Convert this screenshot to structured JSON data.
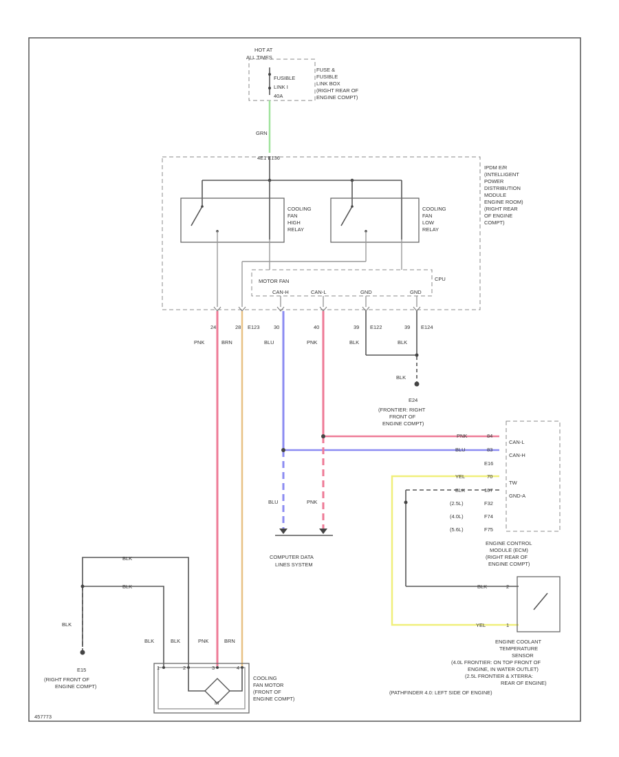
{
  "colors": {
    "pink": "#ee7a96",
    "blue": "#8b8bf2",
    "yellow": "#f0ef7a",
    "tan": "#e8c184",
    "green": "#9fe39c",
    "line": "#555555"
  },
  "labels": {
    "hot_at_1": "HOT AT",
    "hot_at_2": "ALL TIMES",
    "fusible_1": "FUSIBLE",
    "fusible_2": "LINK I",
    "fusible_3": "40A",
    "fuse_box": [
      "FUSE &",
      "FUSIBLE",
      "LINK BOX",
      "(RIGHT REAR OF",
      "ENGINE COMPT)"
    ],
    "grn": "GRN",
    "ipdm_conn": "4E1  E136",
    "ipdm": [
      "IPDM E/R",
      "(INTELLIGENT",
      "POWER",
      "DISTRIBUTION",
      "MODULE",
      "ENGINE ROOM)",
      "(RIGHT REAR",
      "OF ENGINE",
      "COMPT)"
    ],
    "high_relay": [
      "COOLING",
      "FAN",
      "HIGH",
      "RELAY"
    ],
    "low_relay": [
      "COOLING",
      "FAN",
      "LOW",
      "RELAY"
    ],
    "cpu": "CPU",
    "motor_fan": "MOTOR FAN",
    "cpu_pins": [
      "CAN-H",
      "CAN-L",
      "GND",
      "GND"
    ],
    "pins": {
      "p24": "24",
      "p28": "28",
      "e123": "E123",
      "p30": "30",
      "p40": "40",
      "p39a": "39",
      "e122": "E122",
      "p39b": "39",
      "e124": "E124"
    },
    "wire_pnk": "PNK",
    "wire_brn": "BRN",
    "wire_blu": "BLU",
    "wire_blk": "BLK",
    "wire_yel": "YEL",
    "e24": "E24",
    "e24_desc": [
      "(FRONTIER: RIGHT",
      "FRONT OF",
      "ENGINE COMPT)"
    ],
    "ecm_pins": {
      "p84": "84",
      "p83": "83",
      "e16": "E16",
      "p70": "70",
      "p107": "107",
      "l25": "(2.5L)",
      "l40": "(4.0L)",
      "l56": "(5.6L)",
      "f32": "F32",
      "f74": "F74",
      "f75": "F75"
    },
    "ecm_box": [
      "CAN-L",
      "CAN-H",
      "TW",
      "GND-A"
    ],
    "ecm": [
      "ENGINE CONTROL",
      "MODULE (ECM)",
      "(RIGHT REAR OF",
      "ENGINE COMPT)"
    ],
    "data_link": [
      "COMPUTER DATA",
      "LINES SYSTEM"
    ],
    "ect": [
      "ENGINE COOLANT",
      "TEMPERATURE",
      "SENSOR",
      "(4.0L FRONTIER: ON TOP FRONT OF",
      "ENGINE, IN WATER OUTLET)",
      "(2.5L FRONTIER & XTERRA:",
      "REAR OF ENGINE)",
      "(PATHFINDER 4.0: LEFT SIDE OF ENGINE)"
    ],
    "e15": "E15",
    "e15_desc": [
      "(RIGHT FRONT OF",
      "ENGINE COMPT)"
    ],
    "fan_conn": [
      "1",
      "2",
      "3",
      "4"
    ],
    "fan_motor": [
      "COOLING",
      "FAN MOTOR",
      "(FRONT OF",
      "ENGINE COMPT)"
    ],
    "footer_left": "457773",
    "ect_pins": [
      "1",
      "2"
    ]
  }
}
